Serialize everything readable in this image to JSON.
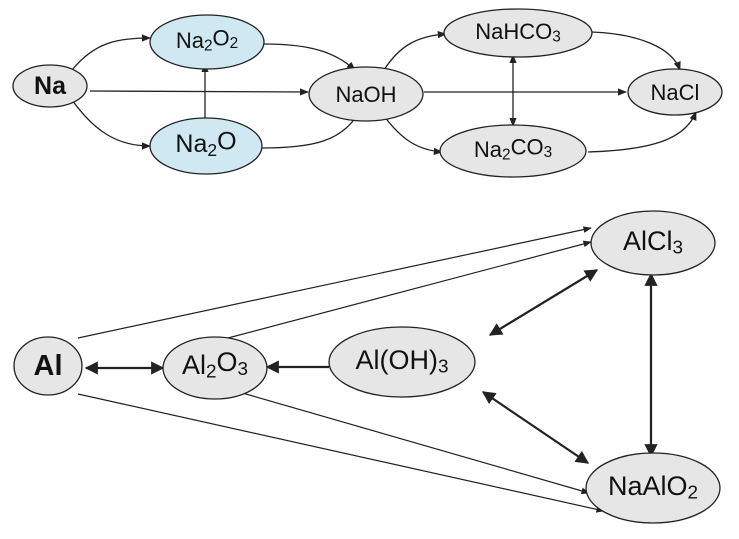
{
  "colors": {
    "node_fill_default": "#e6e6e6",
    "node_fill_highlight": "#cfe8f1",
    "stroke": "#222222",
    "background": "#ffffff"
  },
  "sodium": {
    "nodes": {
      "na": {
        "label": "Na",
        "parts": [
          [
            "Na",
            ""
          ]
        ],
        "fill": "default"
      },
      "na2o2": {
        "label": "Na2O2",
        "parts": [
          [
            "Na",
            ""
          ],
          [
            "2",
            "sub"
          ],
          [
            "O",
            ""
          ],
          [
            "2",
            "sub"
          ]
        ],
        "fill": "highlight"
      },
      "na2o": {
        "label": "Na2O",
        "parts": [
          [
            "Na",
            ""
          ],
          [
            "2",
            "sub"
          ],
          [
            "O",
            ""
          ]
        ],
        "fill": "highlight"
      },
      "naoh": {
        "label": "NaOH",
        "parts": [
          [
            "NaOH",
            ""
          ]
        ],
        "fill": "default"
      },
      "nahco3": {
        "label": "NaHCO3",
        "parts": [
          [
            "NaHCO",
            ""
          ],
          [
            "3",
            "sub"
          ]
        ],
        "fill": "default"
      },
      "na2co3": {
        "label": "Na2CO3",
        "parts": [
          [
            "Na",
            ""
          ],
          [
            "2",
            "sub"
          ],
          [
            "CO",
            ""
          ],
          [
            "3",
            "sub"
          ]
        ],
        "fill": "default"
      },
      "nacl": {
        "label": "NaCl",
        "parts": [
          [
            "NaCl",
            ""
          ]
        ],
        "fill": "default"
      }
    }
  },
  "aluminum": {
    "nodes": {
      "al": {
        "label": "Al",
        "parts": [
          [
            "Al",
            ""
          ]
        ],
        "fill": "default"
      },
      "al2o3": {
        "label": "Al2O3",
        "parts": [
          [
            "Al",
            ""
          ],
          [
            "2",
            "sub"
          ],
          [
            "O",
            ""
          ],
          [
            "3",
            "sub"
          ]
        ],
        "fill": "default"
      },
      "aloh3": {
        "label": "Al(OH)3",
        "parts": [
          [
            "Al(OH)",
            ""
          ],
          [
            "3",
            "sub"
          ]
        ],
        "fill": "default"
      },
      "alcl3": {
        "label": "AlCl3",
        "parts": [
          [
            "AlCl",
            ""
          ],
          [
            "3",
            "sub"
          ]
        ],
        "fill": "default"
      },
      "naalo2": {
        "label": "NaAlO2",
        "parts": [
          [
            "NaAlO",
            ""
          ],
          [
            "2",
            "sub"
          ]
        ],
        "fill": "default"
      }
    }
  }
}
